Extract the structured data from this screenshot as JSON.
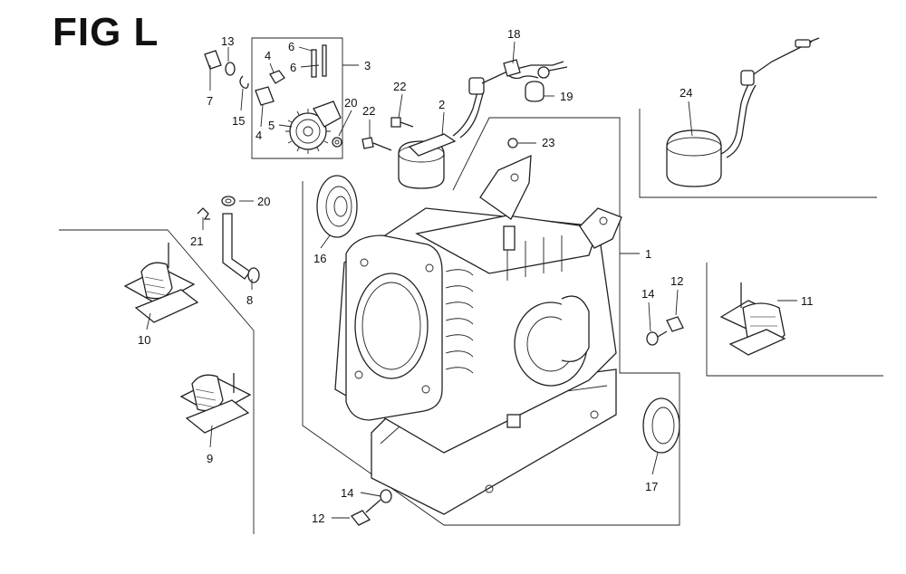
{
  "figure": {
    "title": "FIG L"
  },
  "colors": {
    "line": "#222222",
    "background": "#ffffff"
  },
  "callouts": [
    {
      "id": "c1",
      "label": "1"
    },
    {
      "id": "c2",
      "label": "2"
    },
    {
      "id": "c3",
      "label": "3"
    },
    {
      "id": "c4a",
      "label": "4"
    },
    {
      "id": "c4b",
      "label": "4"
    },
    {
      "id": "c5",
      "label": "5"
    },
    {
      "id": "c6a",
      "label": "6"
    },
    {
      "id": "c6b",
      "label": "6"
    },
    {
      "id": "c7",
      "label": "7"
    },
    {
      "id": "c8",
      "label": "8"
    },
    {
      "id": "c9",
      "label": "9"
    },
    {
      "id": "c10",
      "label": "10"
    },
    {
      "id": "c11",
      "label": "11"
    },
    {
      "id": "c12a",
      "label": "12"
    },
    {
      "id": "c12b",
      "label": "12"
    },
    {
      "id": "c13",
      "label": "13"
    },
    {
      "id": "c14a",
      "label": "14"
    },
    {
      "id": "c14b",
      "label": "14"
    },
    {
      "id": "c15",
      "label": "15"
    },
    {
      "id": "c16",
      "label": "16"
    },
    {
      "id": "c17",
      "label": "17"
    },
    {
      "id": "c18",
      "label": "18"
    },
    {
      "id": "c19",
      "label": "19"
    },
    {
      "id": "c20a",
      "label": "20"
    },
    {
      "id": "c20b",
      "label": "20"
    },
    {
      "id": "c21",
      "label": "21"
    },
    {
      "id": "c22a",
      "label": "22"
    },
    {
      "id": "c22b",
      "label": "22"
    },
    {
      "id": "c23",
      "label": "23"
    },
    {
      "id": "c24",
      "label": "24"
    }
  ]
}
